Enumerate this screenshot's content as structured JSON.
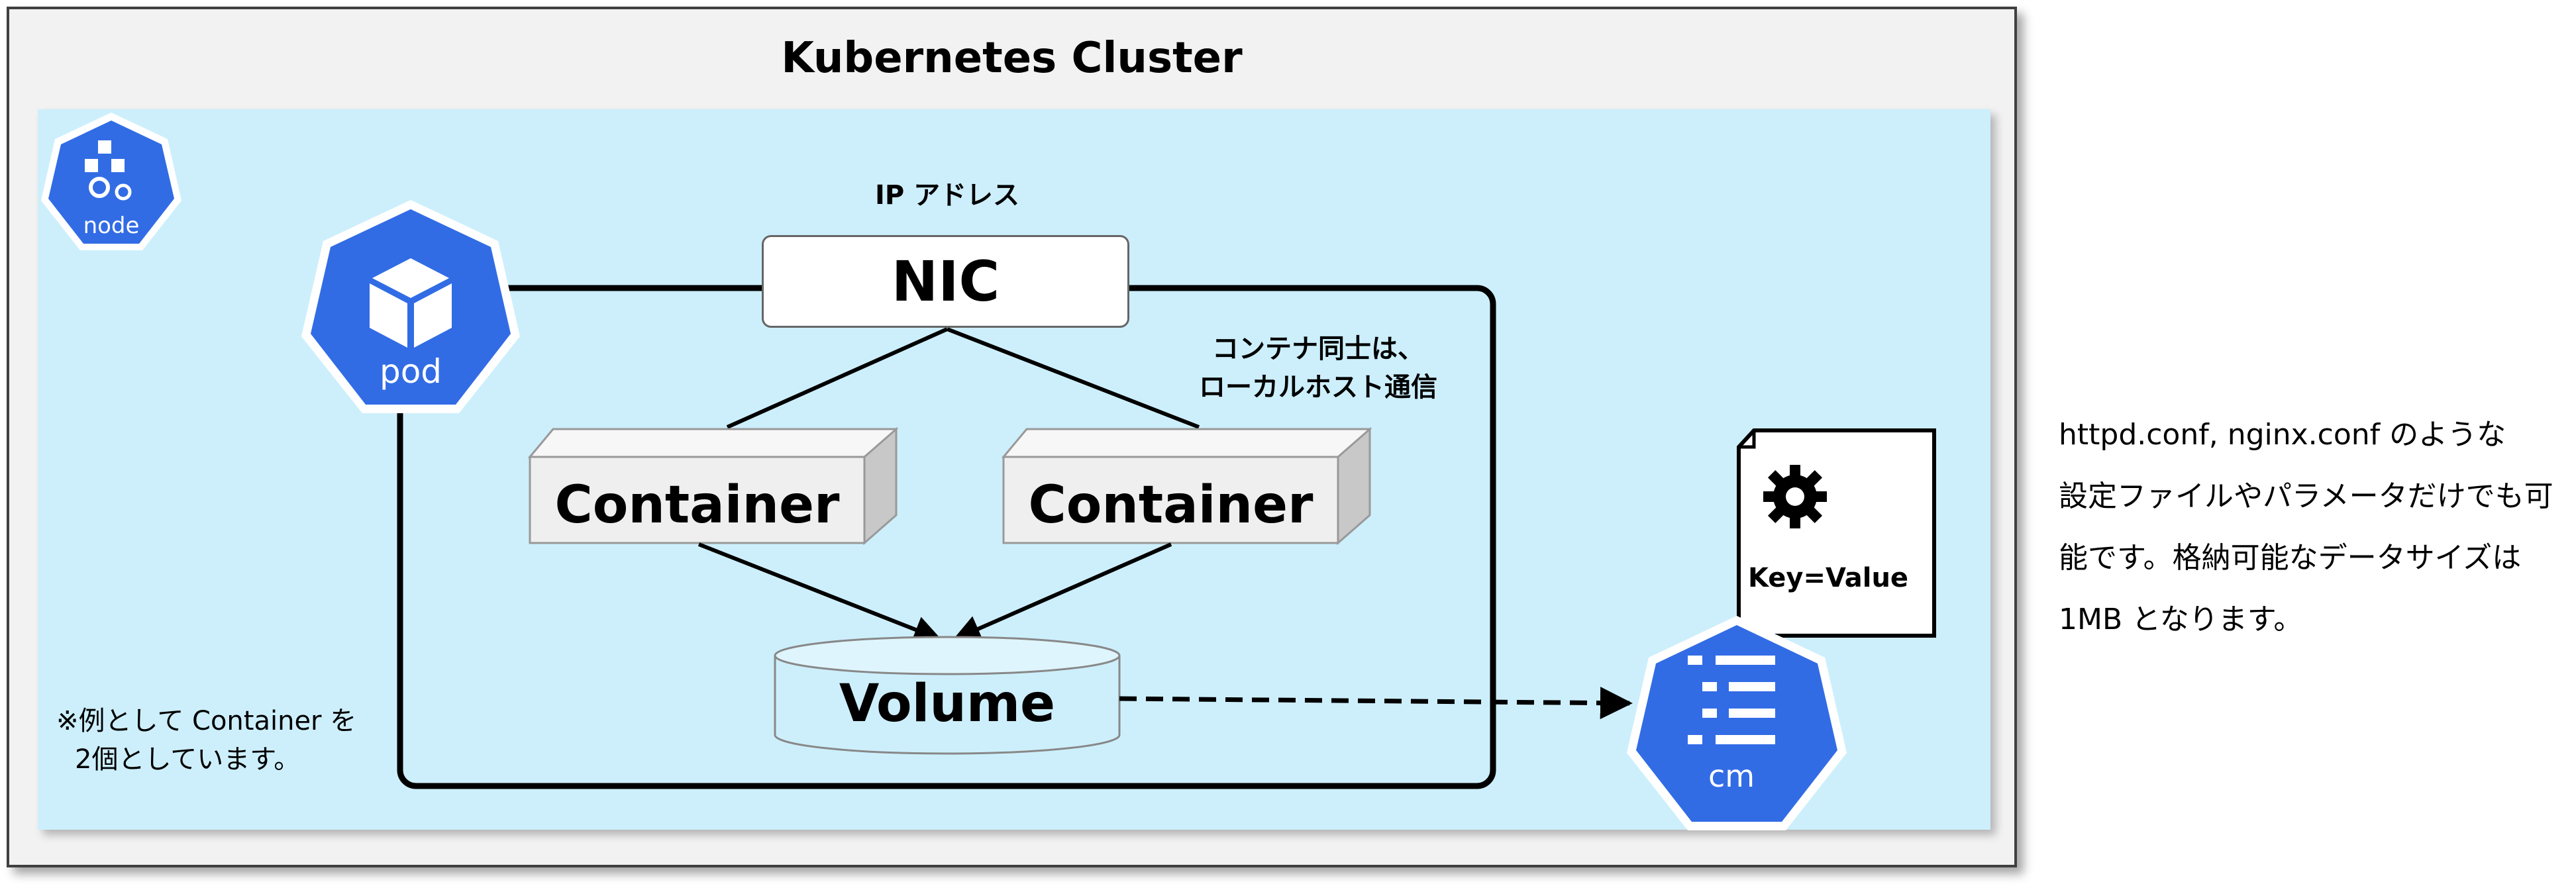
{
  "cluster": {
    "title": "Kubernetes Cluster"
  },
  "node": {
    "label": "node",
    "icon": "k8s-node-icon"
  },
  "pod": {
    "label": "pod",
    "icon": "k8s-pod-icon"
  },
  "ip_label": "IP アドレス",
  "nic": {
    "label": "NIC"
  },
  "note_local": {
    "line1": "コンテナ同士は、",
    "line2": "ローカルホスト通信"
  },
  "containers": [
    {
      "label": "Container"
    },
    {
      "label": "Container"
    }
  ],
  "volume": {
    "label": "Volume"
  },
  "example_note": {
    "line1": "※例として Container を",
    "line2": "2個としています。"
  },
  "configmap": {
    "label": "cm",
    "icon": "k8s-configmap-icon",
    "document_text": "Key=Value",
    "document_icon": "gear-icon"
  },
  "side_text": {
    "line1": "httpd.conf, nginx.conf のような",
    "line2": "設定ファイルやパラメータだけでも可",
    "line3": "能です。格納可能なデータサイズは",
    "line4": "1MB となります。"
  },
  "colors": {
    "k8s_blue": "#326ce5",
    "node_bg": "#cdeffc",
    "cluster_bg": "#f2f2f2"
  }
}
